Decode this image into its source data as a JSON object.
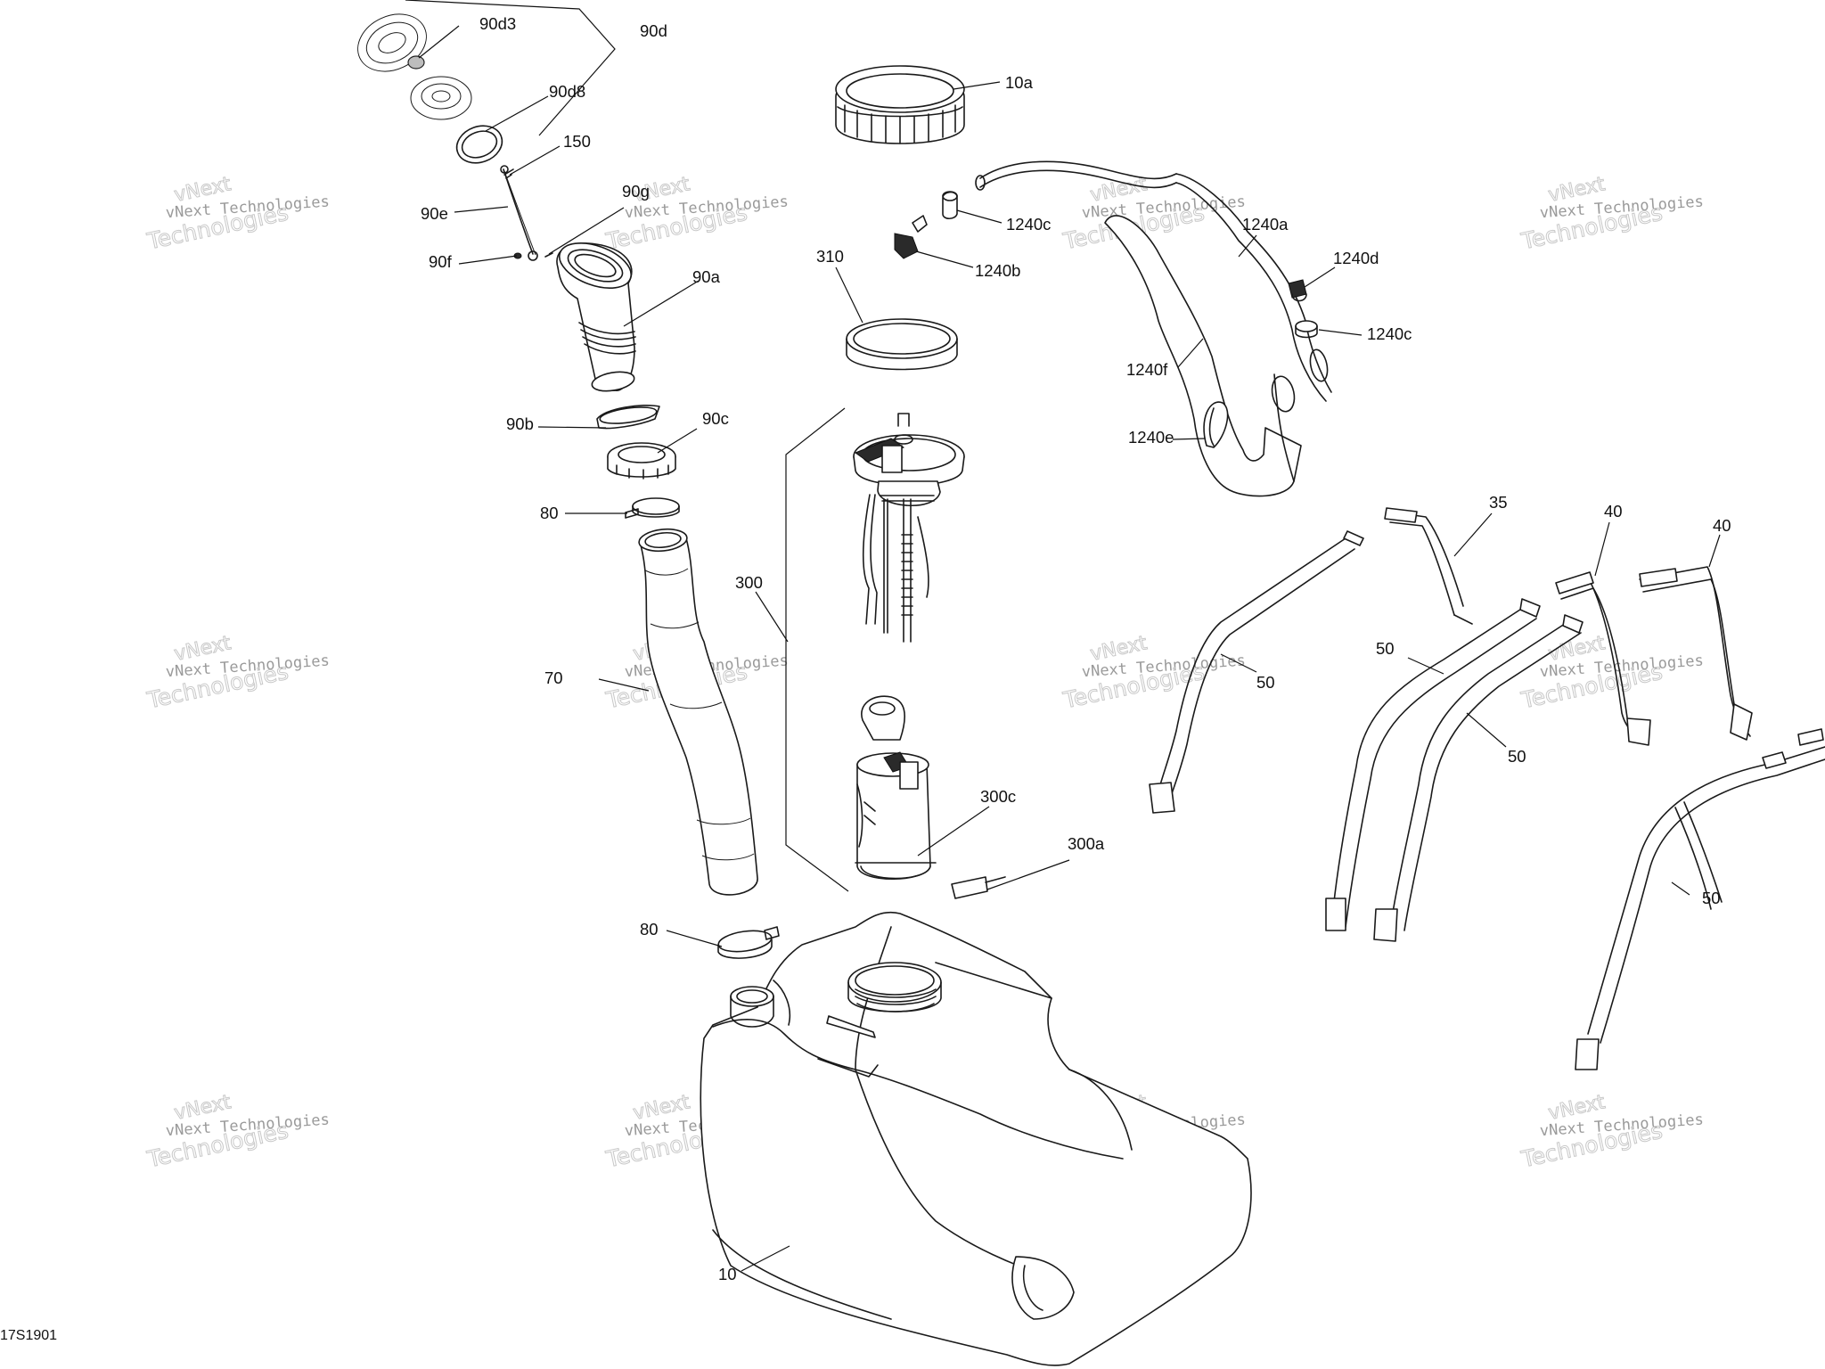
{
  "diagram_id": "17S1901",
  "watermark": {
    "small": "vNext Technologies",
    "big_word_1": "vNext",
    "big_word_2": "Technologies"
  },
  "callouts": {
    "c90d3": "90d3",
    "c90d": "90d",
    "c90d8": "90d8",
    "c150": "150",
    "c90g": "90g",
    "c90e": "90e",
    "c90f": "90f",
    "c90a": "90a",
    "c90b": "90b",
    "c90c": "90c",
    "c80a": "80",
    "c70": "70",
    "c80b": "80",
    "c10a": "10a",
    "c1240c_a": "1240c",
    "c1240b": "1240b",
    "c310": "310",
    "c300": "300",
    "c300c": "300c",
    "c300a": "300a",
    "c1240a": "1240a",
    "c1240d": "1240d",
    "c1240c_b": "1240c",
    "c1240f": "1240f",
    "c1240e": "1240e",
    "c35": "35",
    "c40a": "40",
    "c40b": "40",
    "c50a": "50",
    "c50b": "50",
    "c50c": "50",
    "c50d": "50",
    "c10": "10"
  }
}
